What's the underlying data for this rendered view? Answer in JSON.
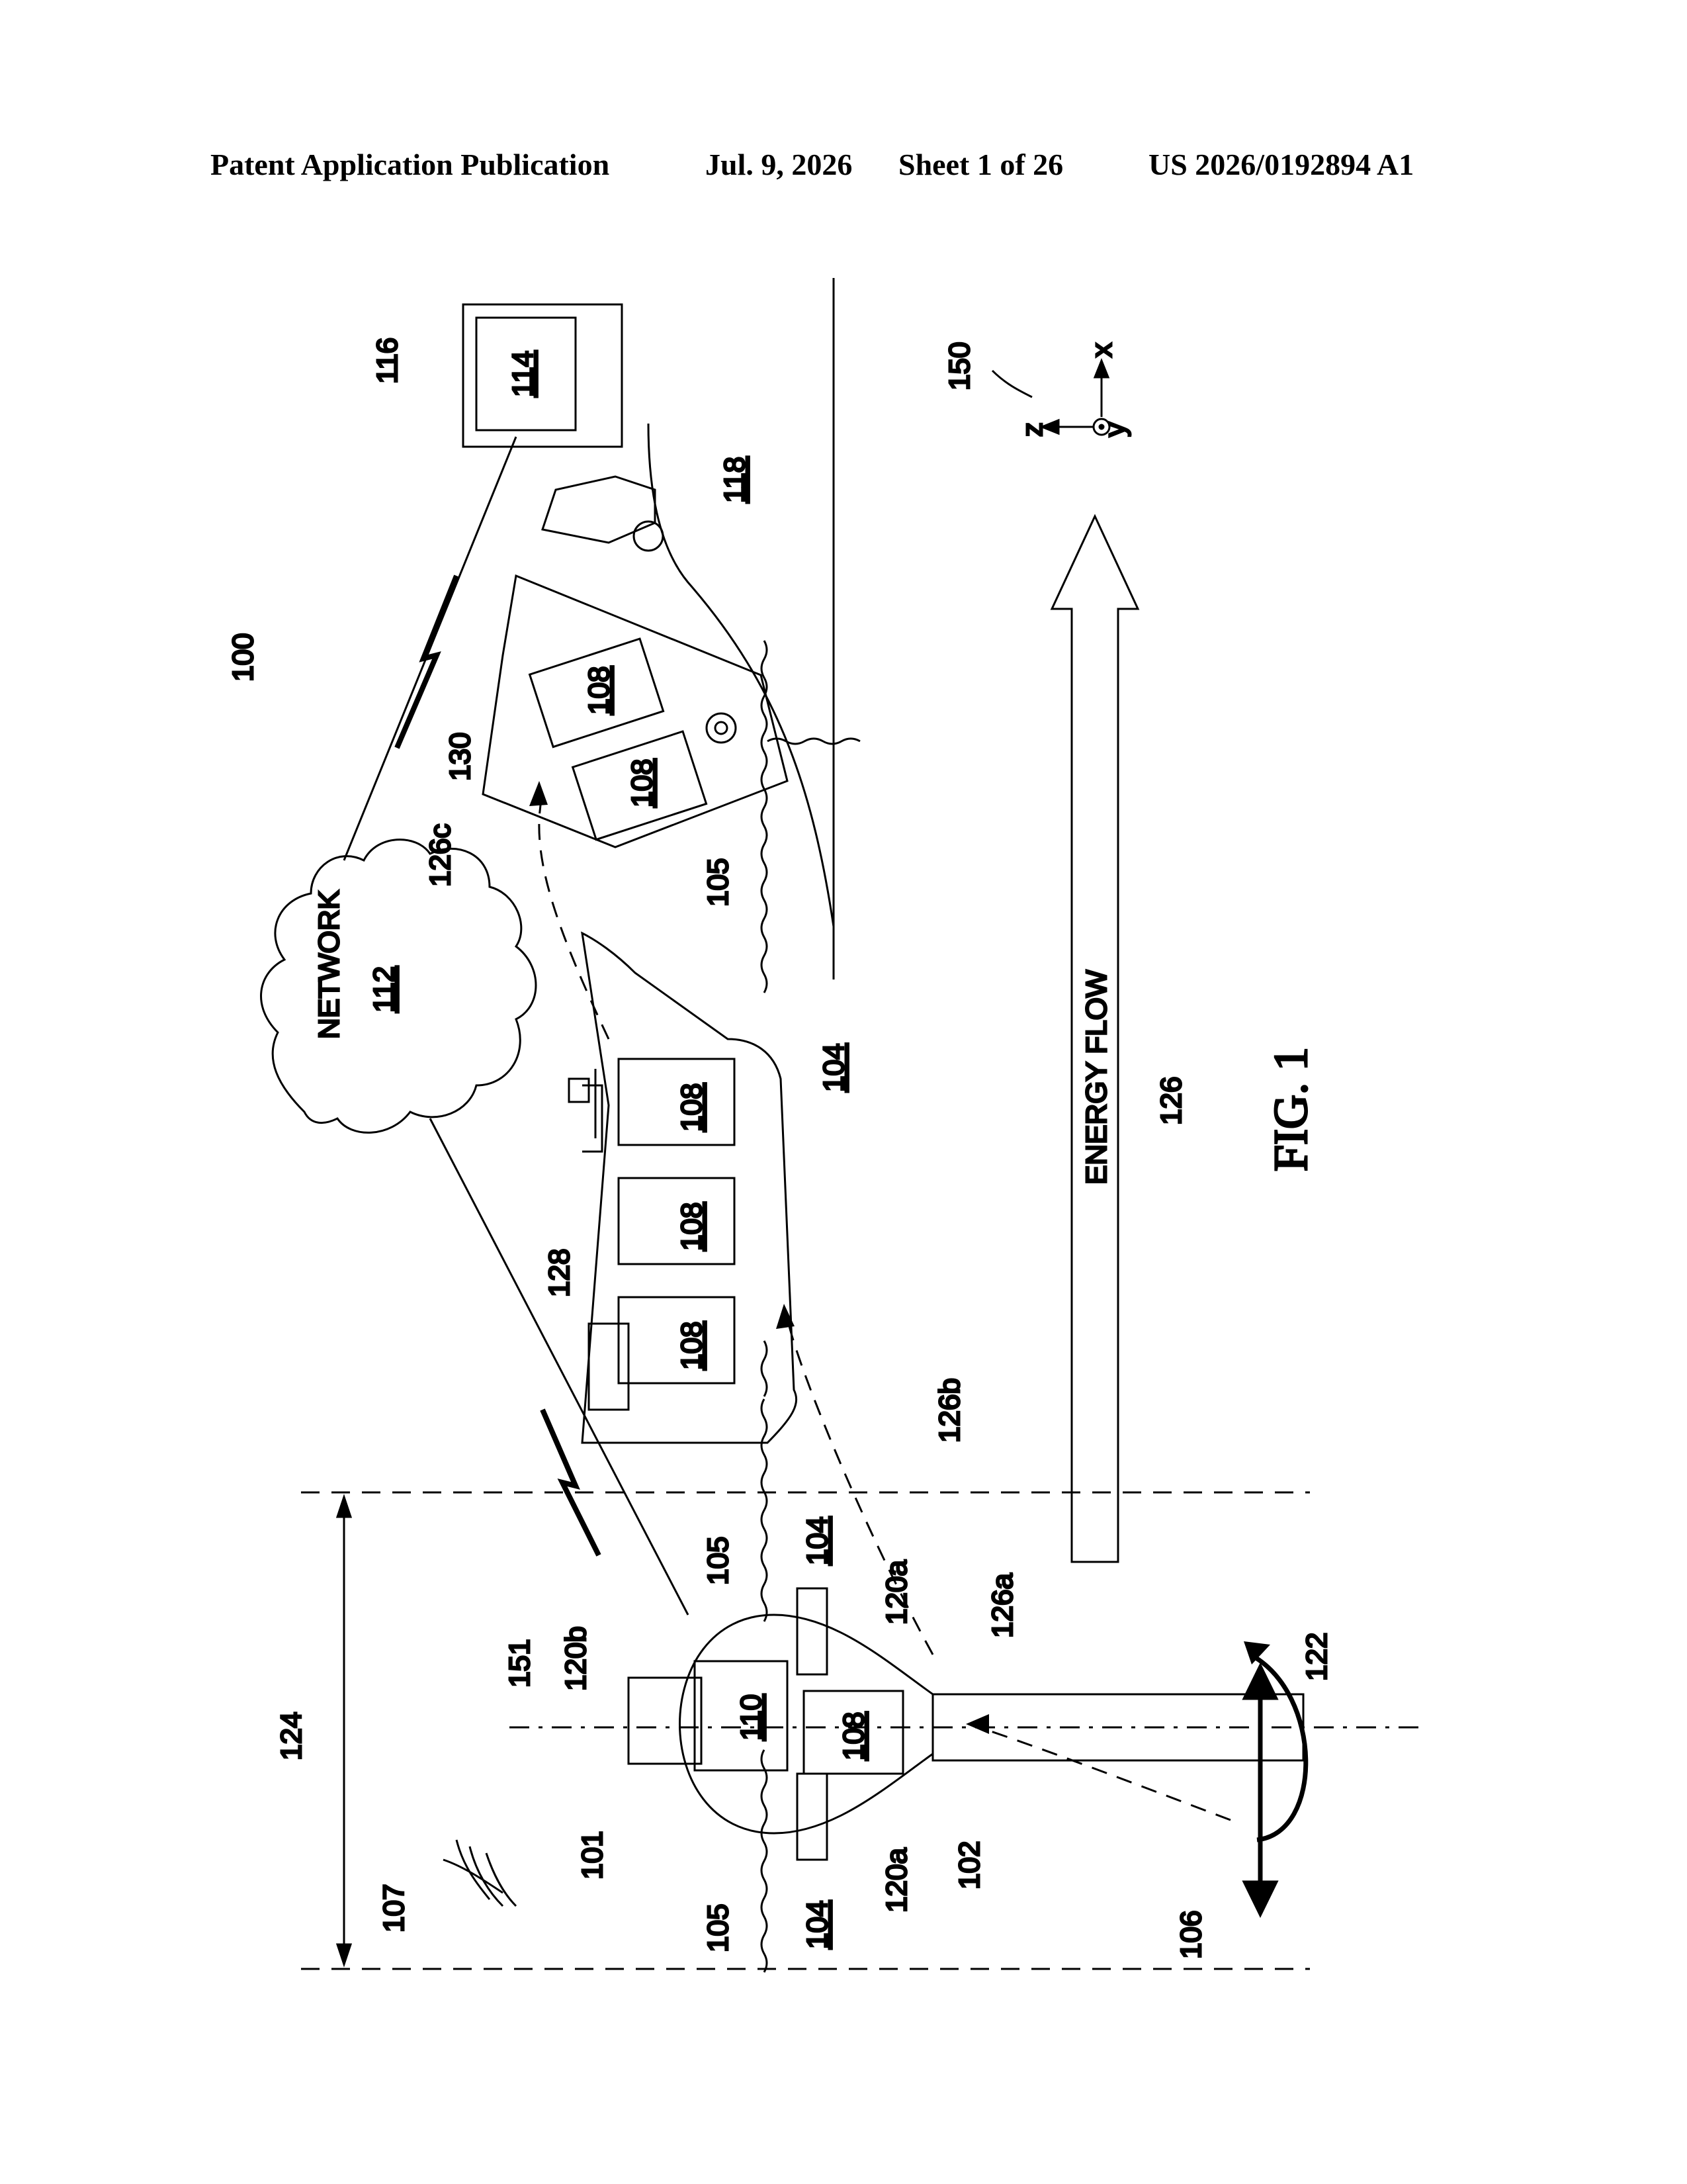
{
  "header": {
    "publication": "Patent Application Publication",
    "date": "Jul. 9, 2026",
    "sheet": "Sheet 1 of 26",
    "number": "US 2026/0192894 A1"
  },
  "figure": {
    "caption": "FIG. 1",
    "labels": {
      "system": "100",
      "device": "101",
      "hull": "102",
      "water": "104",
      "surface": "105",
      "motion": "106",
      "wind": "107",
      "battery": "108",
      "controller": "110",
      "network_ref": "112",
      "network_word": "NETWORK",
      "terminal": "114",
      "station": "116",
      "shore": "118",
      "float_a": "120a",
      "float_b": "120b",
      "spar": "122",
      "zone": "124",
      "energy_ref": "126",
      "energy_word": "ENERGY FLOW",
      "transfer_a": "126a",
      "transfer_b": "126b",
      "transfer_c": "126c",
      "vessel": "128",
      "trailer": "130",
      "axes_ref": "150",
      "axis_line": "151",
      "axis_x": "x",
      "axis_y": "y",
      "axis_z": "z"
    }
  }
}
